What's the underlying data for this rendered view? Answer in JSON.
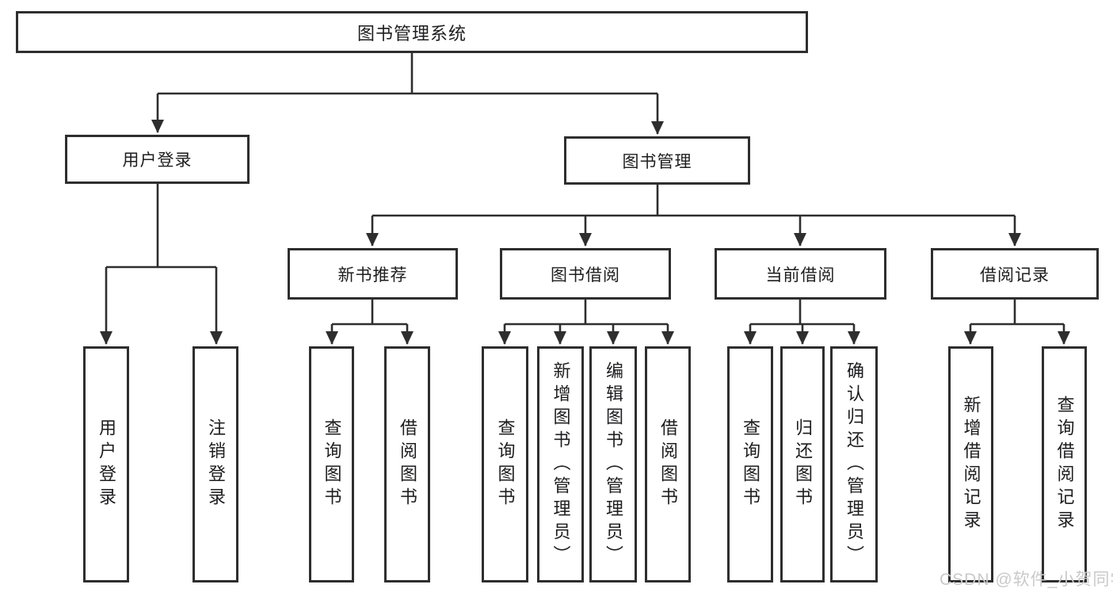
{
  "tree": {
    "root": {
      "label": "图书管理系统"
    },
    "branches": [
      {
        "label": "用户登录",
        "children": [
          {
            "label": "用户登录"
          },
          {
            "label": "注销登录"
          }
        ]
      },
      {
        "label": "图书管理",
        "sections": [
          {
            "label": "新书推荐",
            "children": [
              {
                "label": "查询图书"
              },
              {
                "label": "借阅图书"
              }
            ]
          },
          {
            "label": "图书借阅",
            "children": [
              {
                "label": "查询图书"
              },
              {
                "label": "新增图书（管理员）"
              },
              {
                "label": "编辑图书（管理员）"
              },
              {
                "label": "借阅图书"
              }
            ]
          },
          {
            "label": "当前借阅",
            "children": [
              {
                "label": "查询图书"
              },
              {
                "label": "归还图书"
              },
              {
                "label": "确认归还（管理员）"
              }
            ]
          },
          {
            "label": "借阅记录",
            "children": [
              {
                "label": "新增借阅记录"
              },
              {
                "label": "查询借阅记录"
              }
            ]
          }
        ]
      }
    ]
  },
  "watermark": {
    "text": "CSDN @软件_小贺同学"
  },
  "colors": {
    "line": "#2e2e2e",
    "box_border": "#2e2e2e",
    "text": "#1d1d1f",
    "background": "#ffffff",
    "watermark": "#c9c9c9"
  }
}
